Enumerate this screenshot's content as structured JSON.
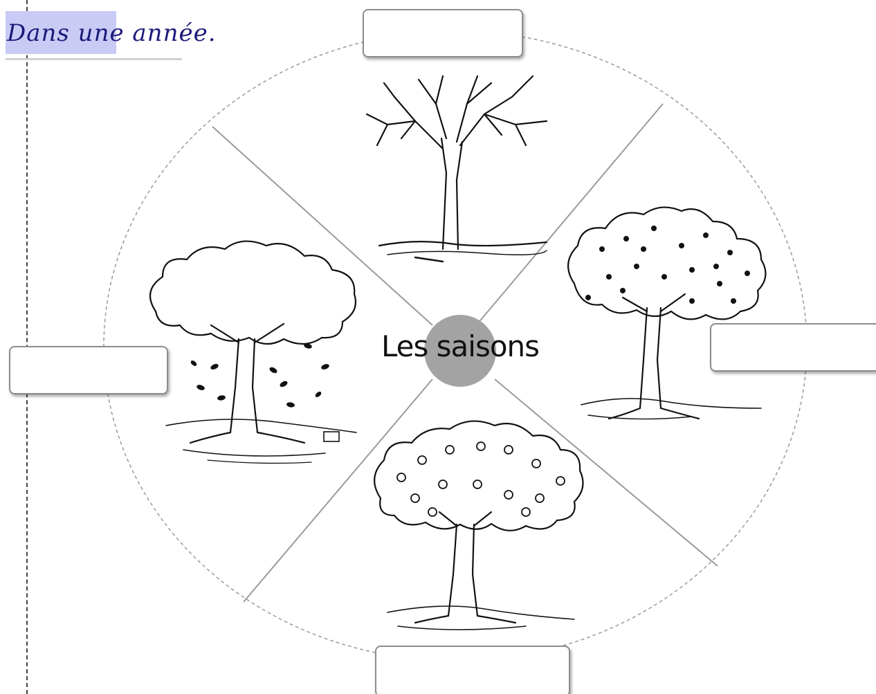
{
  "title": "Dans une année.",
  "center_label": "Les saisons",
  "colors": {
    "title_highlight": "#c9cbf5",
    "title_text": "#1a1a7a",
    "center_circle": "#a3a3a3",
    "divider": "#9a9a9a",
    "label_border": "#8d8d8d"
  },
  "quadrants": [
    {
      "position": "top",
      "image": "bare-tree",
      "label": ""
    },
    {
      "position": "right",
      "image": "flowering-tree",
      "label": ""
    },
    {
      "position": "bottom",
      "image": "fruit-tree",
      "label": ""
    },
    {
      "position": "left",
      "image": "tree-falling-leaves",
      "label": ""
    }
  ]
}
